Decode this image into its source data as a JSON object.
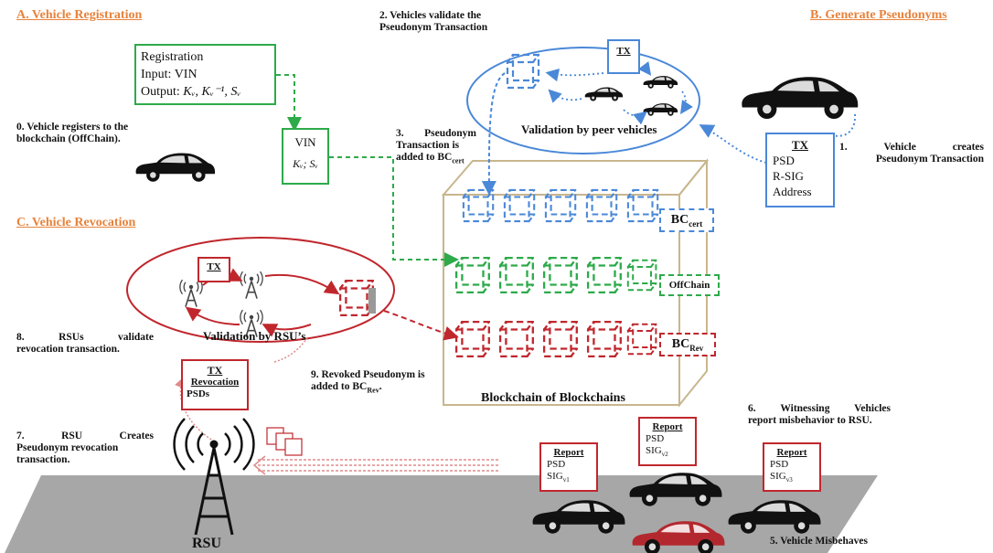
{
  "sections": {
    "registration": "A. Vehicle Registration",
    "pseudonyms": "B. Generate Pseudonyms",
    "revocation": "C. Vehicle Revocation"
  },
  "registration_box": {
    "title": "Registration",
    "input": "Input: VIN",
    "output_prefix": "Output: ",
    "output_keys": "K",
    "output_formula": "Kᵥ, Kᵥ⁻¹, Sᵥ"
  },
  "vin_doc": {
    "title": "VIN",
    "keys": "Kᵥ; Sᵥ"
  },
  "steps": {
    "s0": "0. Vehicle registers to the blockchain (OffChain).",
    "s1_a": "1.",
    "s1_b": "Vehicle",
    "s1_c": "creates",
    "s1_d": "Pseudonym Transaction",
    "s2": "2. Vehicles validate the Pseudonym Transaction",
    "s3_a": "3.",
    "s3_b": "Pseudonym",
    "s3_c": "Transaction is",
    "s3_d": "added to BC",
    "s3_sub": "cert",
    "s5": "5. Vehicle Misbehaves",
    "s6_a": "6.",
    "s6_b": "Witnessing",
    "s6_c": "Vehicles",
    "s6_d": "report misbehavior to RSU.",
    "s7_a": "7.",
    "s7_b": "RSU",
    "s7_c": "Creates",
    "s7_d": "Pseudonym revocation",
    "s7_e": "transaction.",
    "s8_a": "8.",
    "s8_b": "RSUs",
    "s8_c": "validate",
    "s8_d": "revocation transaction.",
    "s9_a": "9. Revoked Pseudonym is",
    "s9_b": "added to BC",
    "s9_sub": "Rev",
    "s9_end": "."
  },
  "ellipses": {
    "peer": "Validation by peer vehicles",
    "rsu": "Validation by RSU’s"
  },
  "tx_generic": "TX",
  "tx_pseudonym": {
    "title": "TX",
    "lines": [
      "PSD",
      "R-SIG",
      "Address"
    ]
  },
  "tx_revocation": {
    "title": "TX",
    "subtitle": "Revocation",
    "line": "PSDs"
  },
  "chains": {
    "cert_main": "BC",
    "cert_sub": "cert",
    "offchain": "OffChain",
    "rev_main": "BC",
    "rev_sub": "Rev",
    "caption": "Blockchain of Blockchains"
  },
  "reports": [
    {
      "title": "Report",
      "psd": "PSD",
      "sig": "SIG",
      "sub": "v1"
    },
    {
      "title": "Report",
      "psd": "PSD",
      "sig": "SIG",
      "sub": "v2"
    },
    {
      "title": "Report",
      "psd": "PSD",
      "sig": "SIG",
      "sub": "v3"
    }
  ],
  "rsu_label": "RSU",
  "colors": {
    "orange": "#E8823A",
    "green": "#2DAA4A",
    "blue": "#4A88D8",
    "red": "#C0272D",
    "tan": "#C8B68E",
    "road": "#A7A7A7",
    "car": "#111111",
    "bad_car": "#B3282E"
  },
  "icons": [
    "car-icon",
    "antenna-icon",
    "rsu-tower-icon",
    "document-icon",
    "block-icon"
  ]
}
